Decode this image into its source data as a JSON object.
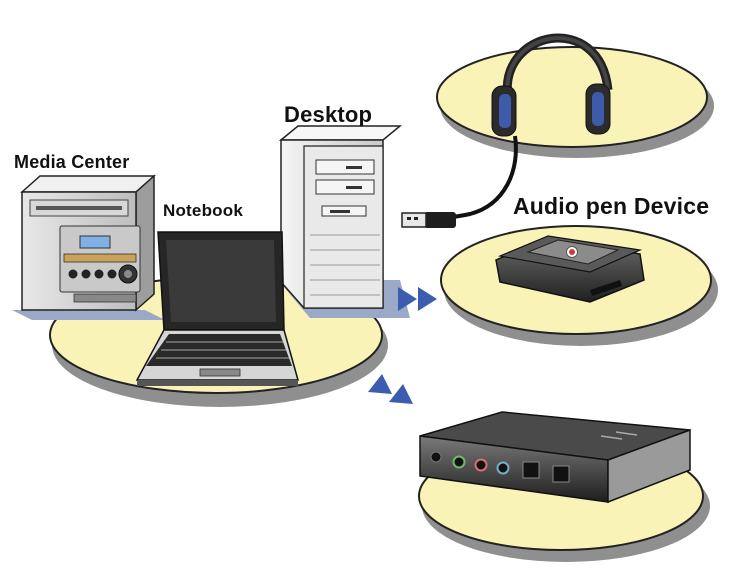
{
  "labels": {
    "media_center": "Media Center",
    "notebook": "Notebook",
    "desktop": "Desktop",
    "audio_pen_device": "Audio pen Device"
  },
  "icons": [
    "media-center-icon",
    "notebook-icon",
    "desktop-tower-icon",
    "headphones-icon",
    "usb-plug-icon",
    "audio-pen-device-icon",
    "audio-box-device-icon",
    "arrow-icon"
  ],
  "colors": {
    "platform": "#f9f3b8",
    "platform_shadow": "#9a9a9a",
    "arrow": "#3c5cb0",
    "device_dark": "#333333"
  }
}
